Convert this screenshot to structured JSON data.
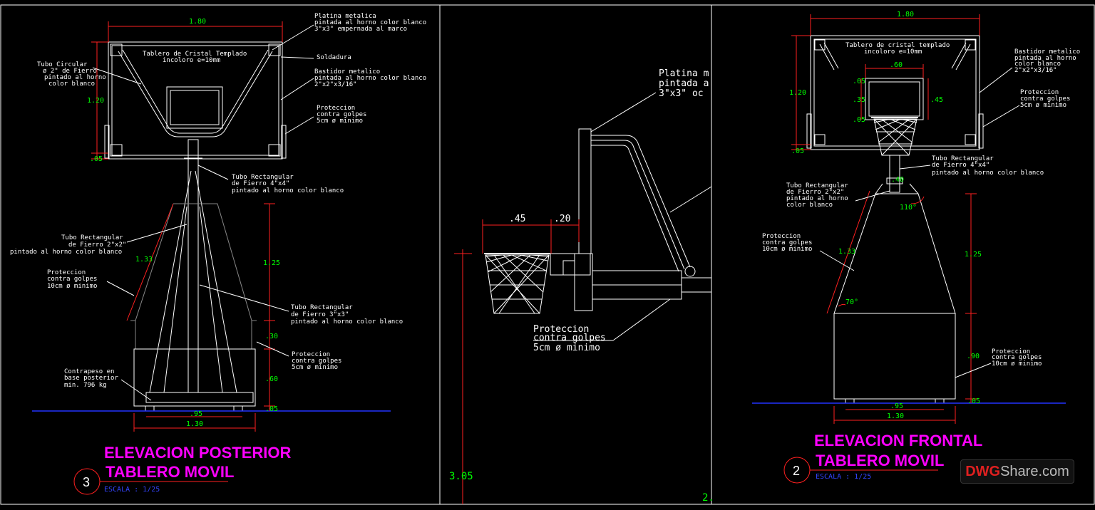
{
  "left": {
    "dim_top": "1.80",
    "dim_120": "1.20",
    "dim_05": ".05",
    "dim_133": "1.33",
    "dim_125": "1.25",
    "dim_30": ".30",
    "dim_60": ".60",
    "dim_05b": ".05",
    "dim_95": ".95",
    "dim_130": "1.30",
    "note_platina": [
      "Platina metalica",
      "pintada al horno color blanco",
      "3\"x3\" empernada al marco"
    ],
    "note_soldadura": "Soldadura",
    "note_bastidor": [
      "Bastidor metalico",
      "pintada al horno color blanco",
      "2\"x2\"x3/16\""
    ],
    "note_proteccion_top": [
      "Proteccion",
      "contra golpes",
      "5cm ø minimo"
    ],
    "note_tablero": [
      "Tablero de Cristal Templado",
      "incoloro e=10mm"
    ],
    "note_tubo_circular": [
      "Tubo Circular",
      "ø 2\" de Fierro",
      "pintado al horno",
      "color blanco"
    ],
    "note_tubo_rect4": [
      "Tubo Rectangular",
      "de Fierro  4\"x4\"",
      "pintado al horno color blanco"
    ],
    "note_tubo_rect2": [
      "Tubo Rectangular",
      "de Fierro 2\"x2\"",
      "pintado al horno color blanco"
    ],
    "note_proteccion_mid": [
      "Proteccion",
      "contra golpes",
      "10cm ø minimo"
    ],
    "note_tubo_rect3": [
      "Tubo Rectangular",
      "de Fierro 3\"x3\"",
      "pintado al horno color blanco"
    ],
    "note_proteccion_low": [
      "Proteccion",
      "contra golpes",
      "5cm ø minimo"
    ],
    "note_contrapeso": [
      "Contrapeso en",
      "base posterior",
      "min. 796 kg"
    ],
    "title1": "ELEVACION POSTERIOR",
    "title2": "TABLERO MOVIL",
    "number": "3",
    "scale": "ESCALA  :  1/25"
  },
  "middle": {
    "note_platina": [
      "Platina m",
      "pintada a",
      "3\"x3\" oc"
    ],
    "dim_45": ".45",
    "dim_20": ".20",
    "note_proteccion": [
      "Proteccion",
      "contra golpes",
      "5cm ø minimo"
    ],
    "dim_305": "3.05",
    "dim_2": "2."
  },
  "right": {
    "dim_top": "1.80",
    "dim_120": "1.20",
    "dim_05": ".05",
    "dim_60": ".60",
    "dim_05a": ".05",
    "dim_35": ".35",
    "dim_45": ".45",
    "dim_05c": ".05",
    "dim_40": ".40",
    "dim_110": "110°",
    "dim_133": "1.33",
    "dim_125": "1.25",
    "dim_70": "70°",
    "dim_90": ".90",
    "dim_05d": ".05",
    "dim_95": ".95",
    "dim_130": "1.30",
    "note_tablero": [
      "Tablero de cristal templado",
      "incoloro e=10mm"
    ],
    "note_bastidor": [
      "Bastidor metalico",
      "pintada al horno",
      "color blanco",
      "2\"x2\"x3/16\""
    ],
    "note_proteccion_top": [
      "Proteccion",
      "contra golpes",
      "5cm ø minimo"
    ],
    "note_tubo_rect4": [
      "Tubo Rectangular",
      "de Fierro  4\"x4\"",
      "pintado al horno color blanco"
    ],
    "note_tubo_rect2": [
      "Tubo Rectangular",
      "de Fierro 2\"x2\"",
      "pintado al horno",
      "color blanco"
    ],
    "note_proteccion_mid": [
      "Proteccion",
      "contra golpes",
      "10cm ø minimo"
    ],
    "note_proteccion_low": [
      "Proteccion",
      "contra golpes",
      "10cm ø minimo"
    ],
    "title1": "ELEVACION FRONTAL",
    "title2": "TABLERO MOVIL",
    "number": "2",
    "scale": "ESCALA  :  1/25"
  },
  "watermark": {
    "brand_a": "DWG",
    "brand_b": "Share.com"
  }
}
